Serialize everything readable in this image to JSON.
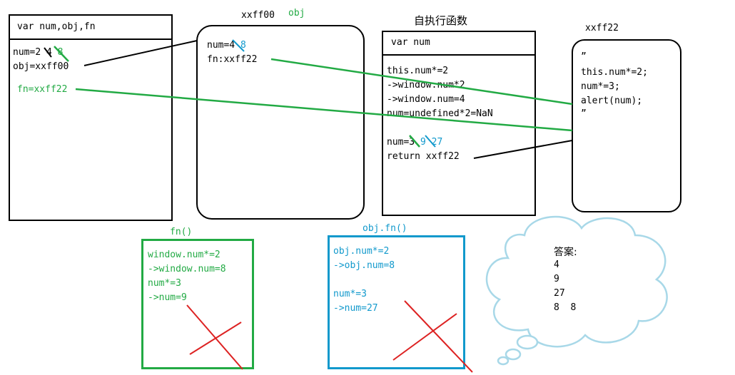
{
  "global_box": {
    "header": "var num,obj,fn",
    "num_line": "num=2 4 8",
    "obj_line": "obj=xxff00",
    "fn_line": "fn=xxff22"
  },
  "obj_box": {
    "title": "xxff00",
    "title_tag": "obj",
    "num_line": "num=4 8",
    "fn_line": "fn:xxff22"
  },
  "iife_box": {
    "title": "自执行函数",
    "header": "var num",
    "lines": [
      "this.num*=2",
      "->window.num*2",
      "->window.num=4",
      "num=undefined*2=NaN"
    ],
    "num_line": "num=3 9 27",
    "return_line": "return xxff22"
  },
  "fn_def_box": {
    "title": "xxff22",
    "lines": [
      "”",
      "this.num*=2;",
      "num*=3;",
      "alert(num);",
      "”"
    ]
  },
  "fn_call_box": {
    "title": "fn()",
    "lines": [
      "window.num*=2",
      "->window.num=8",
      "num*=3",
      "->num=9"
    ]
  },
  "obj_fn_call_box": {
    "title": "obj.fn()",
    "lines": [
      "obj.num*=2",
      "->obj.num=8",
      "",
      "num*=3",
      "->num=27"
    ]
  },
  "answer_cloud": {
    "title": "答案:",
    "lines": [
      "4",
      "9",
      "27",
      "8  8"
    ]
  },
  "colors": {
    "black": "#000000",
    "green": "#22aa44",
    "blue": "#1199cc",
    "red": "#dd2222",
    "cloud": "#a8d8e8"
  }
}
